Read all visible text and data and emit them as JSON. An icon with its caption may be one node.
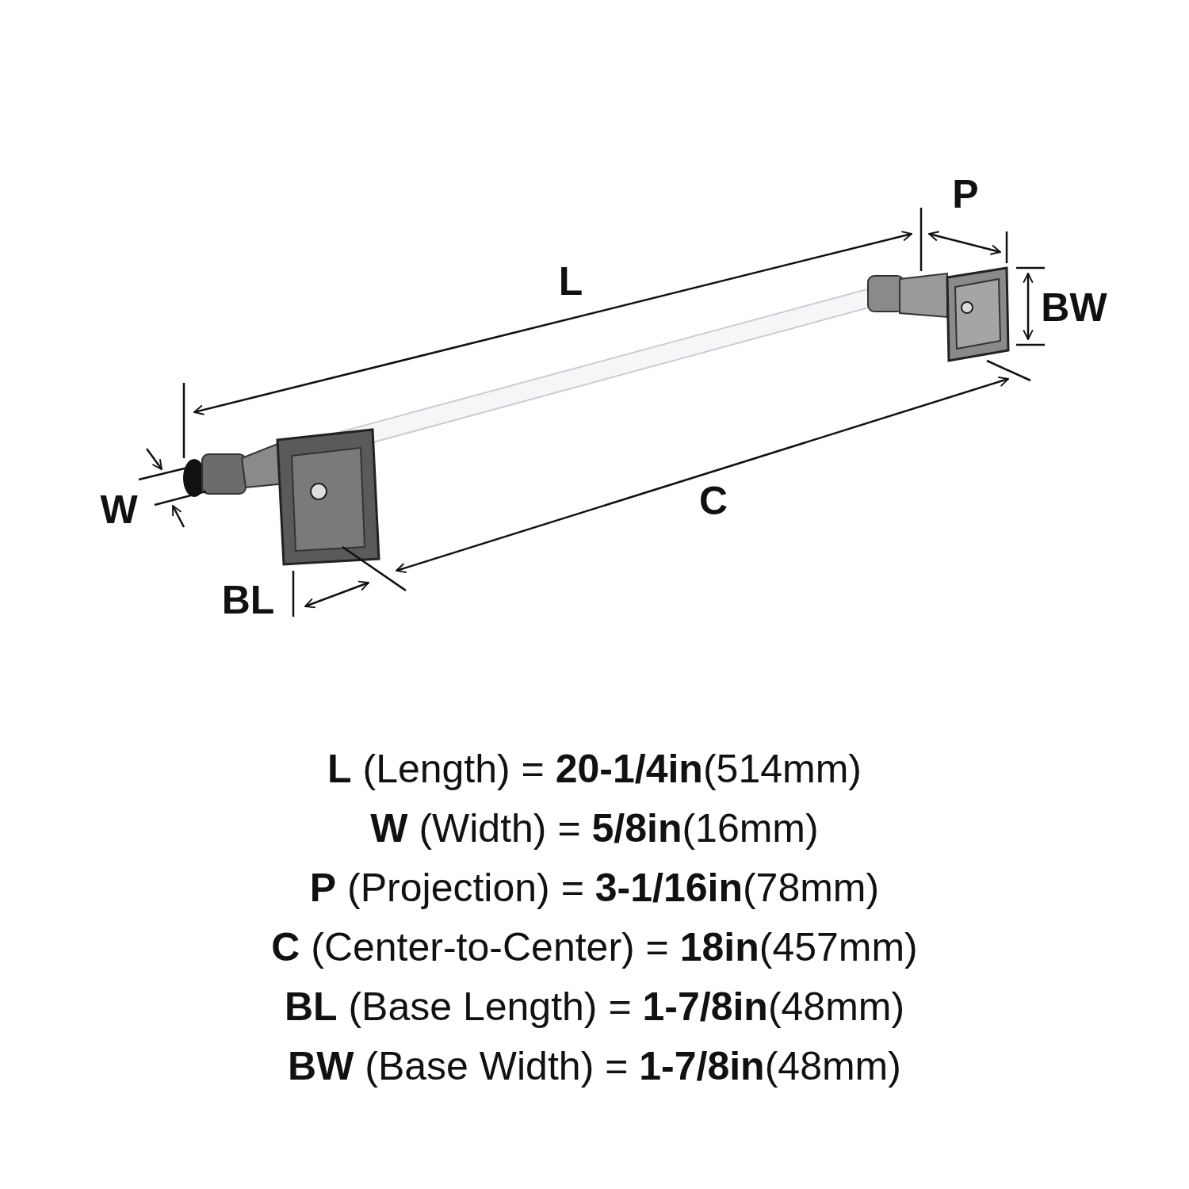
{
  "diagram": {
    "labels": [
      "P",
      "L",
      "BW",
      "W",
      "C",
      "BL",
      "**L** (Length) = **20-1/4in**(514mm)",
      "**W** (Width) = **5/8in**(16mm)",
      "**P** (Projection) = **3-1/16in**(78mm)",
      "**C** (Center-to-Center) = **18in**(457mm)",
      "**BL** (Base Length) = **1-7/8in**(48mm)",
      "**BW** (Base Width) = **1-7/8in**(48mm)"
    ]
  }
}
